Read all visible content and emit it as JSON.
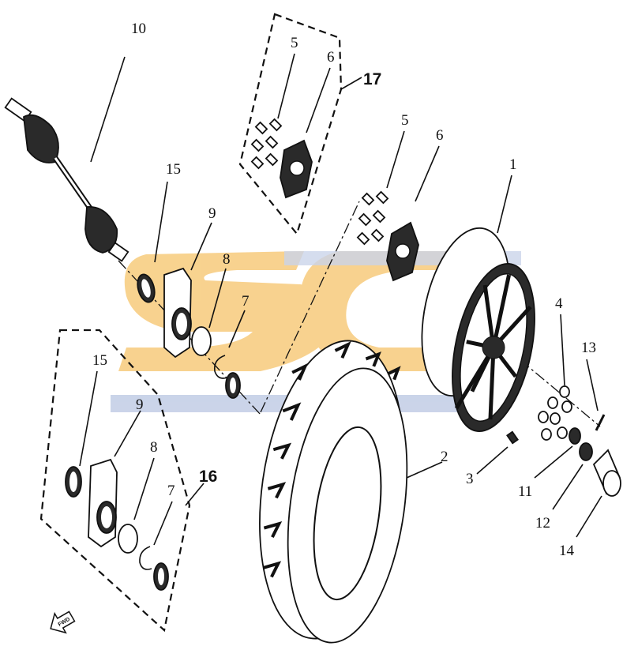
{
  "callouts": [
    {
      "id": "c10",
      "label": "10"
    },
    {
      "id": "c15a",
      "label": "15"
    },
    {
      "id": "c9a",
      "label": "9"
    },
    {
      "id": "c8a",
      "label": "8"
    },
    {
      "id": "c7a",
      "label": "7"
    },
    {
      "id": "c5a",
      "label": "5"
    },
    {
      "id": "c6a",
      "label": "6"
    },
    {
      "id": "c17",
      "label": "17"
    },
    {
      "id": "c5b",
      "label": "5"
    },
    {
      "id": "c6b",
      "label": "6"
    },
    {
      "id": "c1",
      "label": "1"
    },
    {
      "id": "c4",
      "label": "4"
    },
    {
      "id": "c13",
      "label": "13"
    },
    {
      "id": "c2",
      "label": "2"
    },
    {
      "id": "c3",
      "label": "3"
    },
    {
      "id": "c11",
      "label": "11"
    },
    {
      "id": "c12",
      "label": "12"
    },
    {
      "id": "c14",
      "label": "14"
    },
    {
      "id": "c15b",
      "label": "15"
    },
    {
      "id": "c9b",
      "label": "9"
    },
    {
      "id": "c8b",
      "label": "8"
    },
    {
      "id": "c7b",
      "label": "7"
    },
    {
      "id": "c16",
      "label": "16"
    }
  ],
  "fwd_label": "FWD",
  "colors": {
    "watermark_orange": "#f6c46a",
    "watermark_blue": "#b9c6e2",
    "line": "#111111"
  }
}
